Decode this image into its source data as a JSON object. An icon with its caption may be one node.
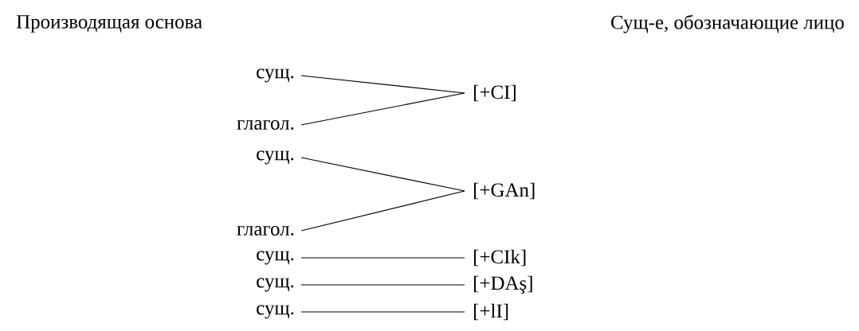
{
  "diagram": {
    "nodes": [
      {
        "text": [
          "сущ."
        ]
      },
      {
        "text": [
          "[+CI]"
        ]
      },
      {
        "text": [
          "глагол."
        ]
      },
      {
        "text": [
          "сущ."
        ]
      },
      {
        "text": [
          "[+GAn]"
        ]
      },
      {
        "text": [
          "глагол."
        ]
      },
      {
        "text": [
          "сущ."
        ]
      },
      {
        "text": [
          "[+CIk]"
        ]
      },
      {
        "text": [
          "сущ."
        ]
      },
      {
        "text": [
          "[+DAş]"
        ]
      },
      {
        "text": [
          "сущ."
        ]
      },
      {
        "text": [
          "[+lI]"
        ]
      }
    ],
    "edges": [
      {
        "from": 0,
        "to": 1,
        "arrow": "none"
      },
      {
        "from": 2,
        "to": 1,
        "arrow": "none"
      },
      {
        "from": 3,
        "to": 4,
        "arrow": "none"
      },
      {
        "from": 5,
        "to": 4,
        "arrow": "none"
      },
      {
        "from": 6,
        "to": 7,
        "arrow": "none"
      },
      {
        "from": 8,
        "to": 9,
        "arrow": "none"
      },
      {
        "from": 10,
        "to": 11,
        "arrow": "none"
      }
    ],
    "labels": [
      "Производящая основа",
      "Сущ-е, обозначающие лицо"
    ]
  }
}
